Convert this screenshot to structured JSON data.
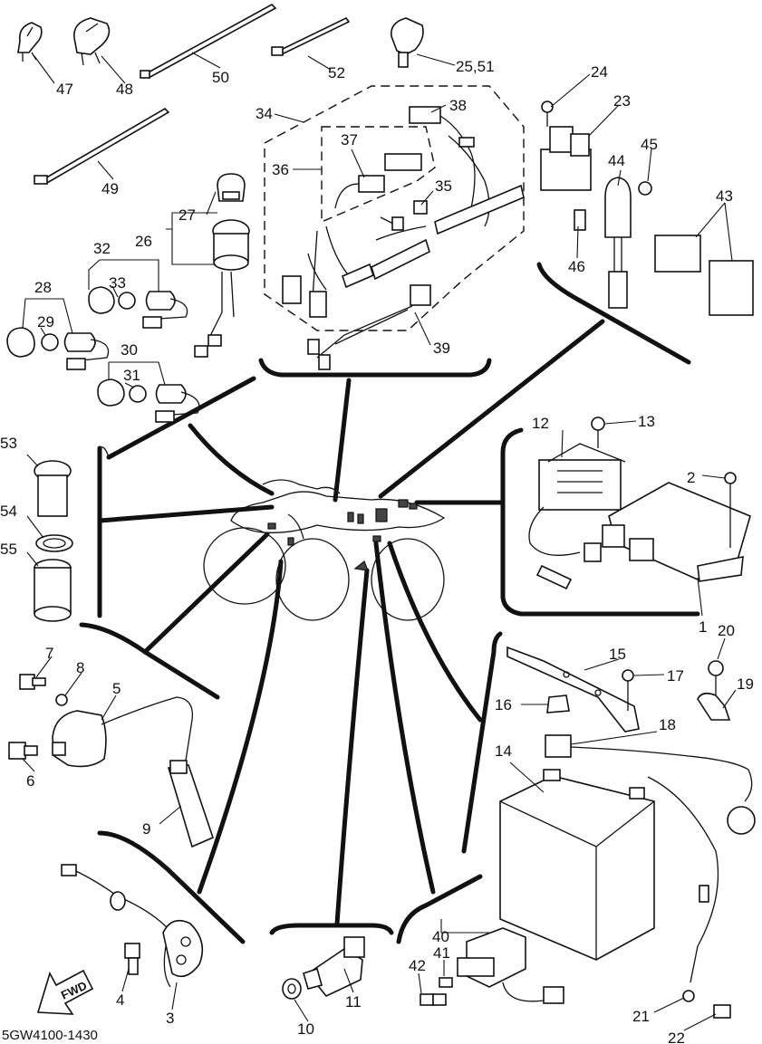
{
  "diagram": {
    "drawing_code": "5GW4100-1430",
    "direction_marker": "FWD",
    "callouts": {
      "c1": "1",
      "c2": "2",
      "c3": "3",
      "c4": "4",
      "c5": "5",
      "c6": "6",
      "c7": "7",
      "c8": "8",
      "c9": "9",
      "c10": "10",
      "c11": "11",
      "c12": "12",
      "c13": "13",
      "c14": "14",
      "c15": "15",
      "c16": "16",
      "c17": "17",
      "c18": "18",
      "c19": "19",
      "c20": "20",
      "c21": "21",
      "c22": "22",
      "c23": "23",
      "c24": "24",
      "c25_51": "25,51",
      "c26": "26",
      "c27": "27",
      "c28": "28",
      "c29": "29",
      "c30": "30",
      "c31": "31",
      "c32": "32",
      "c33": "33",
      "c34": "34",
      "c35": "35",
      "c36": "36",
      "c37": "37",
      "c38": "38",
      "c39": "39",
      "c40": "40",
      "c41": "41",
      "c42": "42",
      "c43": "43",
      "c44": "44",
      "c45": "45",
      "c46": "46",
      "c47": "47",
      "c48": "48",
      "c49": "49",
      "c50": "50",
      "c52": "52",
      "c53": "53",
      "c54": "54",
      "c55": "55"
    }
  }
}
